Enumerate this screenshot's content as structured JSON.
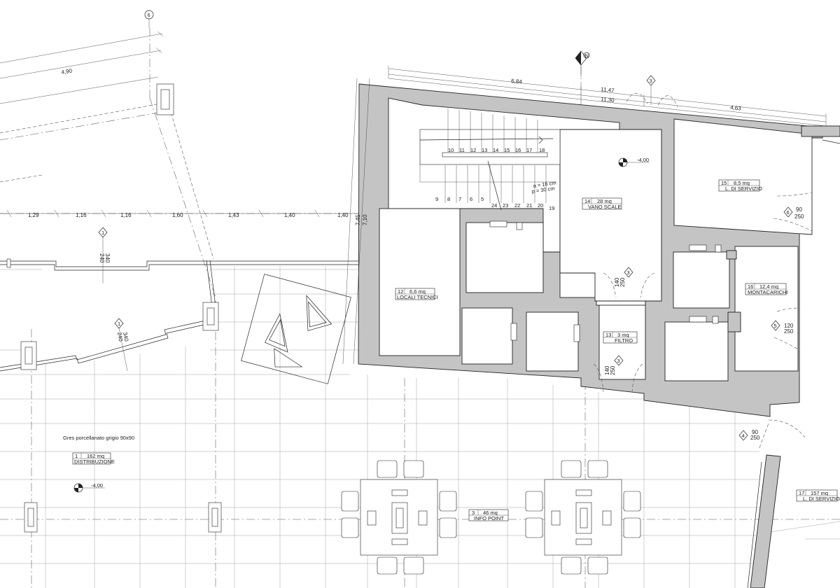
{
  "north_label": "N",
  "axis_markers": {
    "grid_6": "6",
    "grid_1": "1"
  },
  "dimensions": {
    "top_left": "4,90",
    "horizontal_row": [
      "1,29",
      "1,16",
      "1,16",
      "1,60",
      "1,43",
      "1,40",
      "1,40"
    ],
    "block_top_a": "6,84",
    "block_top_b": "11,47",
    "block_top_c": "11,30",
    "block_top_d": "4,63",
    "block_side_a": "7,45",
    "block_side_b": "7,10",
    "wall_1_a": "240",
    "wall_1_b": "340",
    "wall_2_a": "240",
    "wall_2_b": "340"
  },
  "stair": {
    "upper_steps": [
      "10",
      "11",
      "12",
      "13",
      "14",
      "15",
      "16",
      "17",
      "18"
    ],
    "lower_steps": [
      "9",
      "8",
      "7",
      "6",
      "5",
      "24",
      "23",
      "22",
      "21",
      "20",
      "19"
    ],
    "rise": "a = 16 cm",
    "tread": "p = 30 cm"
  },
  "levels": {
    "vano": "-4,00",
    "distribuzione": "-4,00"
  },
  "doors": [
    {
      "tag": "3",
      "a": "",
      "b": ""
    },
    {
      "tag": "3",
      "a": "140",
      "b": "250"
    },
    {
      "tag": "3",
      "a": "140",
      "b": "250"
    },
    {
      "tag": "6",
      "a": "90",
      "b": "250"
    },
    {
      "tag": "5",
      "a": "120",
      "b": "250"
    },
    {
      "tag": "4",
      "a": "90",
      "b": "250"
    }
  ],
  "rooms": [
    {
      "num": "15",
      "area": "8,5 mq",
      "name": "L. DI SERVIZIO"
    },
    {
      "num": "14",
      "area": "28 mq",
      "name": "VANO SCALE"
    },
    {
      "num": "12",
      "area": "6,6 mq",
      "name": "LOCALI TECNICI"
    },
    {
      "num": "16",
      "area": "12,4 mq",
      "name": "MONTACARICHI"
    },
    {
      "num": "13",
      "area": "3 mq",
      "name": "FILTRO"
    },
    {
      "num": "1",
      "area": "162 mq",
      "name": "DISTRIBUZIONE"
    },
    {
      "num": "3",
      "area": "46 mq",
      "name": "INFO POINT"
    },
    {
      "num": "17",
      "area": "157 mq",
      "name": "L. DI SERVIZIO"
    }
  ],
  "material_note": "Gres porcellanato grigio 90x90"
}
